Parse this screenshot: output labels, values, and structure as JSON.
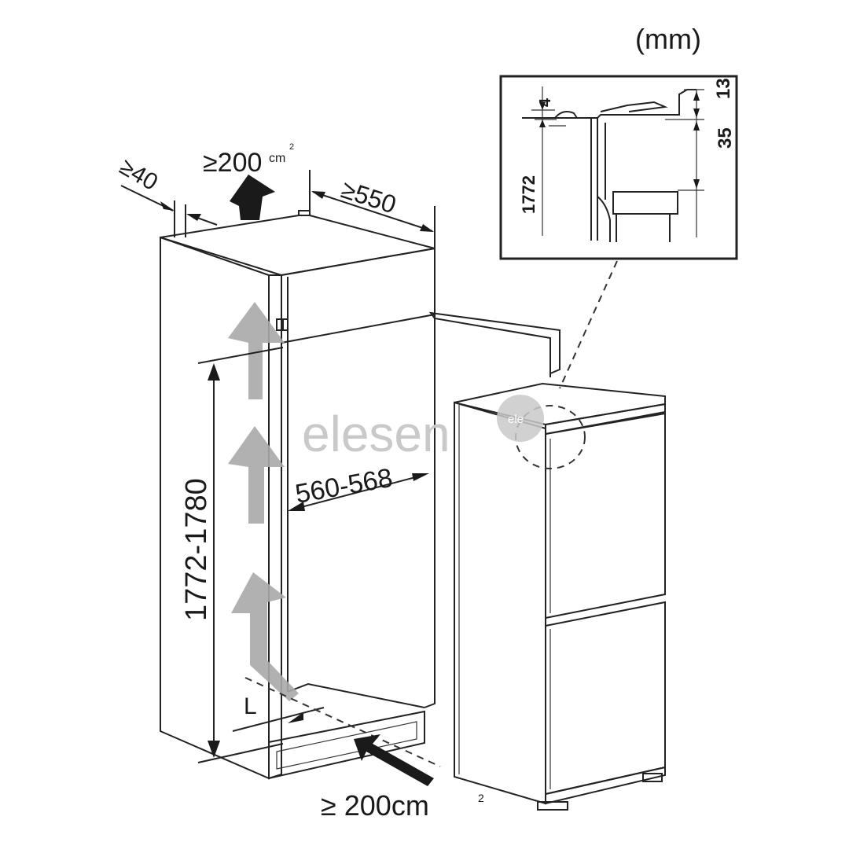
{
  "units_label": "(mm)",
  "dimensions": {
    "top_vent": "≥200",
    "top_vent_unit": "cm",
    "top_vent_sup": "2",
    "rear_gap": "≥40",
    "depth": "≥550",
    "niche_width": "560-568",
    "niche_height": "1772-1780",
    "plinth_gap": "L",
    "bottom_vent": "≥ 200cm",
    "bottom_vent_sup": "2"
  },
  "detail": {
    "d1": "4",
    "d2": "13",
    "d3": "35",
    "d4": "1772"
  },
  "watermark": "elesen",
  "watermark_mark": "ele",
  "colors": {
    "line": "#222222",
    "arrow_gray": "#a9a9a9",
    "watermark": "#c9c9c9"
  }
}
